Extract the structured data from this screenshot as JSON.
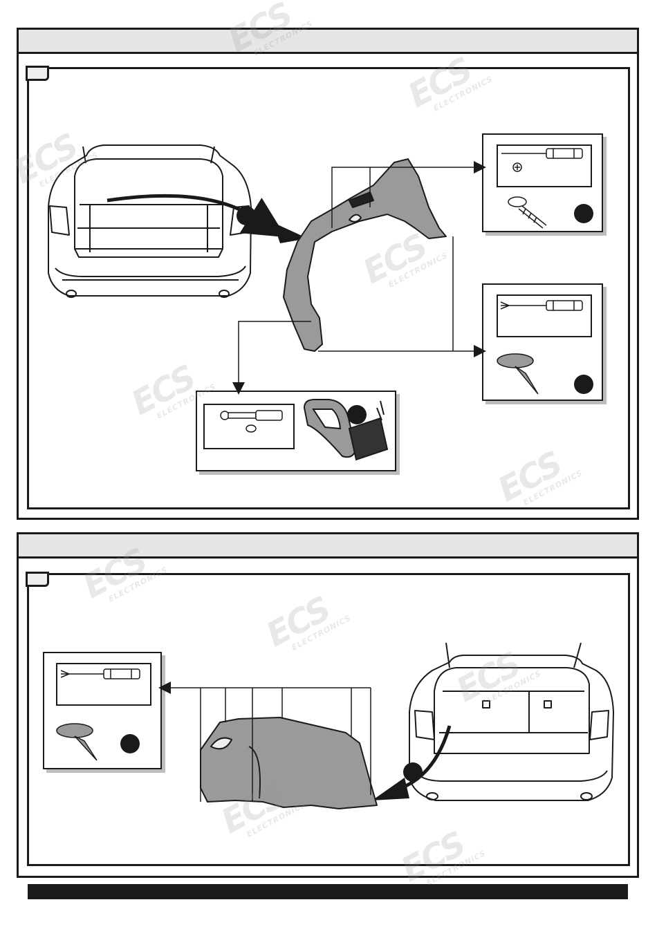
{
  "watermark": {
    "brand": "ECS",
    "sub": "ELECTRONICS"
  },
  "colors": {
    "line": "#1a1a1a",
    "header": "#e6e6e6",
    "part_fill": "#9a9a9a",
    "shadow": "#bdbdbd"
  },
  "step1": {
    "callouts": [
      {
        "name": "screw",
        "icon": "phillips-screwdriver-icon"
      },
      {
        "name": "clip",
        "icon": "flat-screwdriver-icon"
      },
      {
        "name": "bolt",
        "icon": "ratchet-wrench-icon"
      }
    ]
  },
  "step2": {
    "callouts": [
      {
        "name": "clip",
        "icon": "flat-screwdriver-icon"
      }
    ]
  }
}
